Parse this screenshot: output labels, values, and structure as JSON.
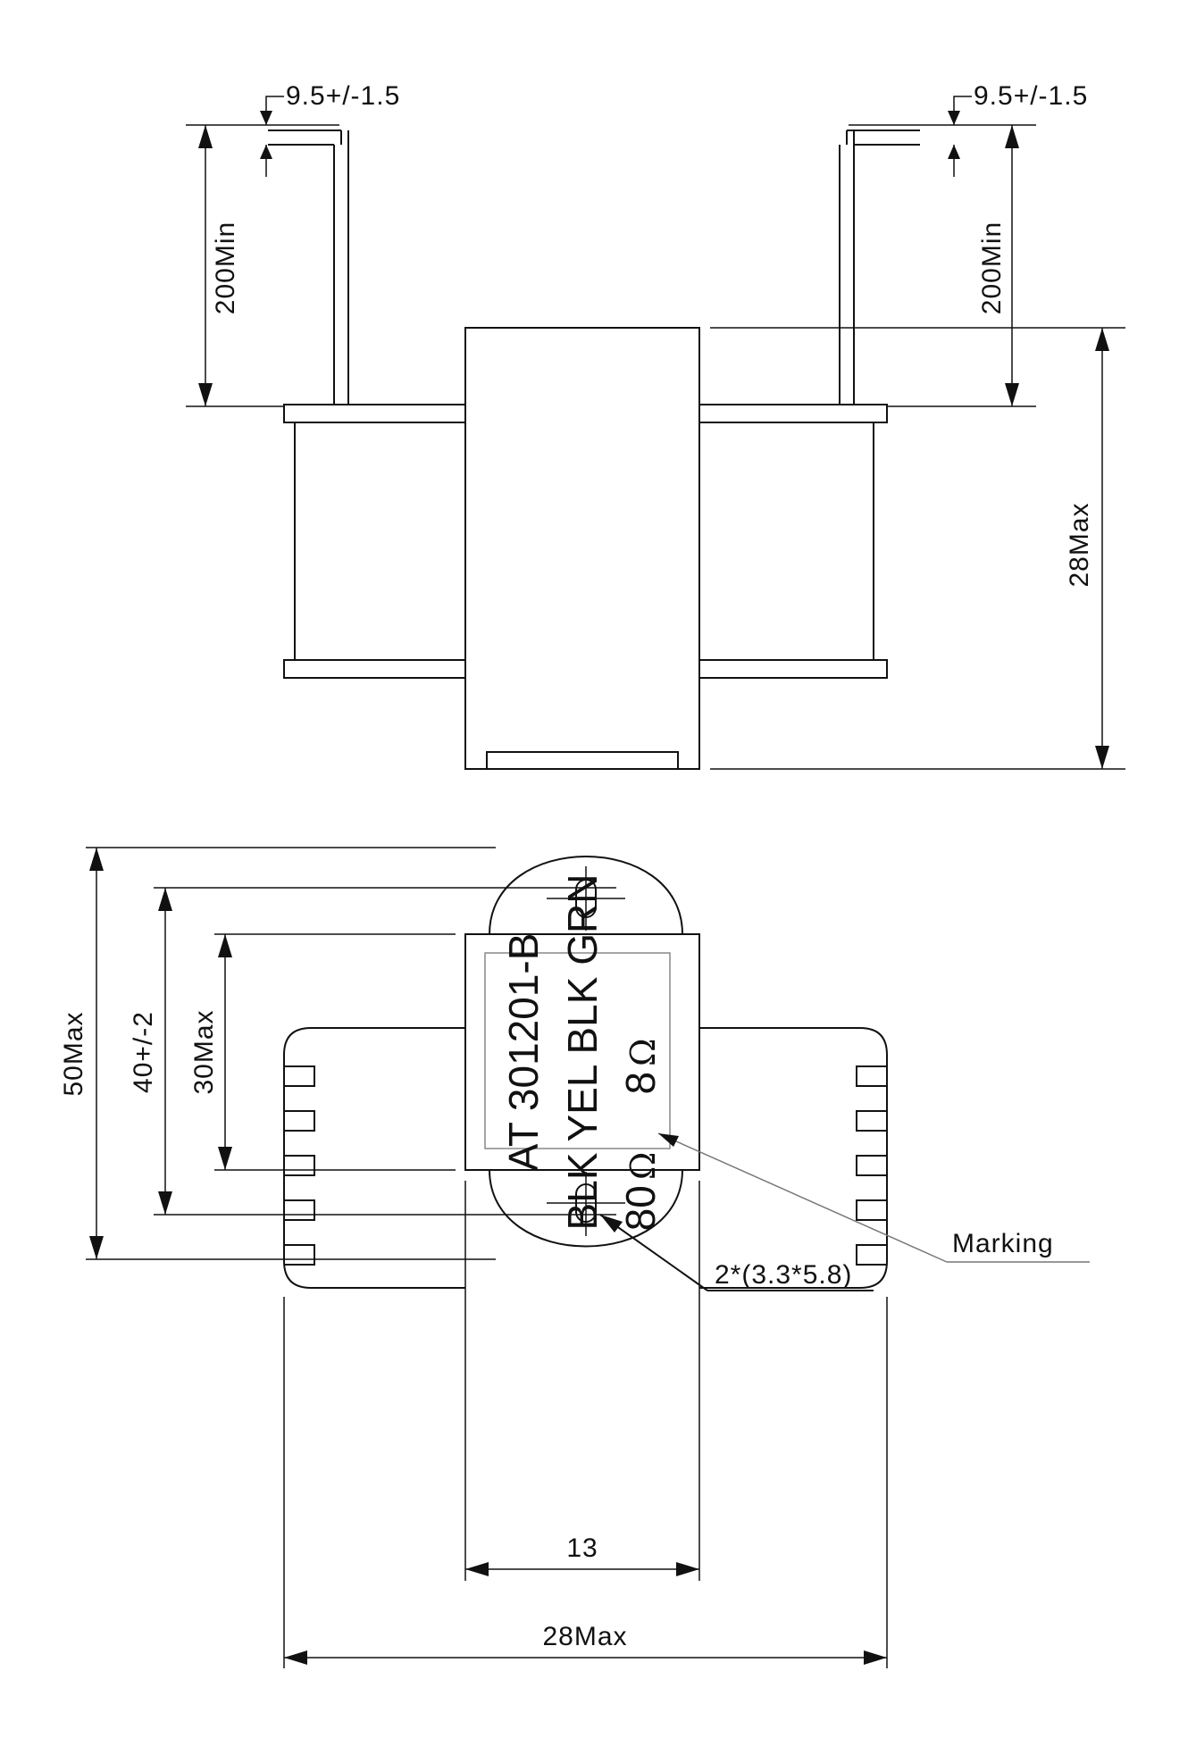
{
  "side_view": {
    "lead_left_offset": "9.5+/-1.5",
    "lead_right_offset": "9.5+/-1.5",
    "lead_left_length": "200Min",
    "lead_right_length": "200Min",
    "height": "28Max"
  },
  "top_view": {
    "height_overall": "50Max",
    "mounting_pitch": "40+/-2",
    "core_height": "30Max",
    "core_width": "13",
    "width_overall": "28Max",
    "mounting_slots": "2*(3.3*5.8)",
    "marking_label": "Marking"
  },
  "label_text": {
    "line1": "AT 301201-B",
    "line2": "BLK YEL BLK GRN",
    "line3_left": "80",
    "line3_left_unit": "Ω",
    "line3_right": "8",
    "line3_right_unit": "Ω"
  }
}
